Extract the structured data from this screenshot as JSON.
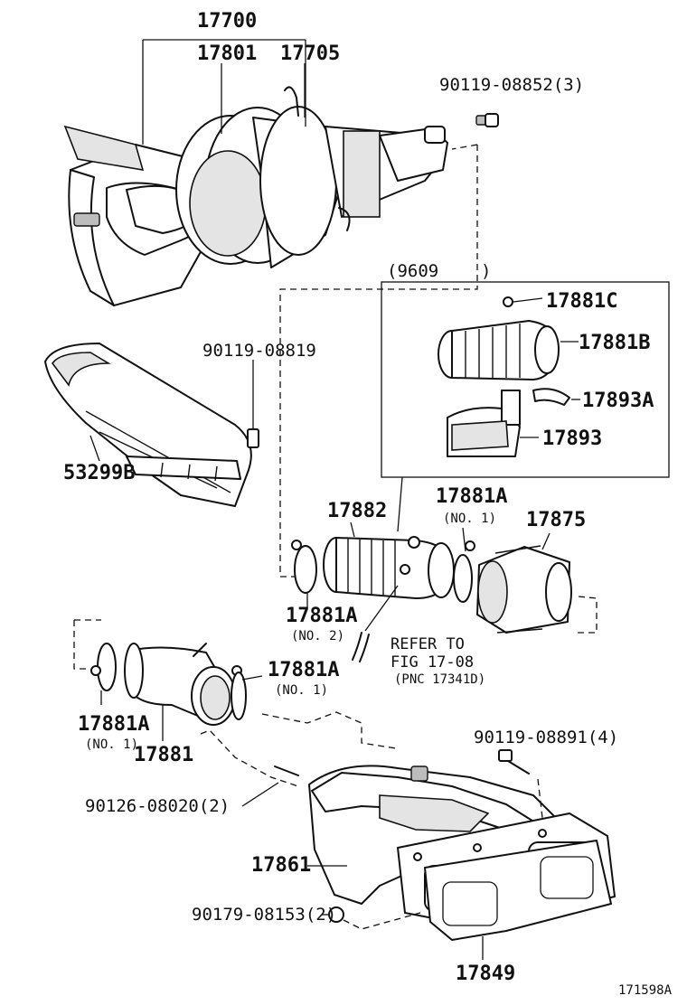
{
  "labels": {
    "p17700": "17700",
    "p17801": "17801",
    "p17705": "17705",
    "p90119_08852": "90119-08852(3)",
    "p90119_08819": "90119-08819",
    "p53299B": "53299B",
    "p9609": "(9609",
    "p9609_close": ")",
    "p17881C": "17881C",
    "p17881B": "17881B",
    "p17893A": "17893A",
    "p17893": "17893",
    "p17882": "17882",
    "p17881A_top": "17881A",
    "no1_top": "(NO. 1)",
    "p17875": "17875",
    "p17881A_no2": "17881A",
    "no2": "(NO. 2)",
    "refer_line1": "REFER TO",
    "refer_line2": "FIG 17-08",
    "refer_line3": "(PNC 17341D)",
    "p17881A_mid": "17881A",
    "no1_mid": "(NO. 1)",
    "p17881A_left": "17881A",
    "no1_left": "(NO. 1)",
    "p17881": "17881",
    "p90119_08891": "90119-08891(4)",
    "p90126_08020": "90126-08020(2)",
    "p17861": "17861",
    "p90179_08153": "90179-08153(2)",
    "p17849": "17849",
    "figure_id": "171598A"
  }
}
